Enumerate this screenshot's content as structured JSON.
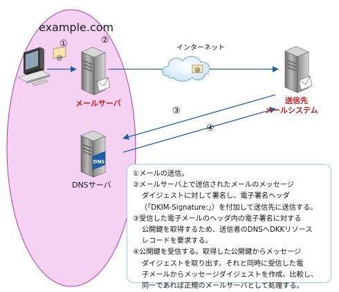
{
  "domain_label": "example.com",
  "nodes": {
    "client_pc": {
      "label": "",
      "icon": "desktop-pc-icon"
    },
    "mail_server": {
      "label": "メールサーバ",
      "icon": "mail-server-icon"
    },
    "internet": {
      "label": "インターネット",
      "icon": "cloud-icon"
    },
    "sender_system": {
      "label_line1": "送信先",
      "label_line2": "メールシステム",
      "icon": "mail-server-icon"
    },
    "dns_server": {
      "label": "DNSサーバ",
      "badge": "DNS",
      "icon": "dns-server-icon"
    }
  },
  "step_markers": {
    "s1": "①",
    "s2": "②",
    "s3": "③",
    "s4": "④"
  },
  "envelope_symbol": "@",
  "notes": [
    "①メールの送信。",
    "②メールサーバ上で送信されたメールのメッセージ",
    "ダイジェストに対して署名し、電子署名ヘッダ",
    "（「DKIM-Signature:」）を付加して送信先に送信する。",
    "③受信した電子メールのヘッダ内の電子署名に対する",
    "公開鍵を取得するため、送信者のDNSへDKKリソース",
    "レコードを要求する。",
    "④公開鍵を受信する。取得した公開鍵からメッセージ",
    "ダイジェストを取り出す。それと同時に受信した電",
    "子メールからメッセージダイジェストを作成、比較し、",
    "同一であれば正規のメールサーバとして処理する。"
  ],
  "colors": {
    "domain_fill": "#f6d2f2",
    "domain_stroke": "#b03aa8",
    "arrow": "#1f5fa8",
    "label_red": "#cc1a1a",
    "note_border": "#8fd0ee",
    "cloud_fill": "#d9ecfa"
  }
}
